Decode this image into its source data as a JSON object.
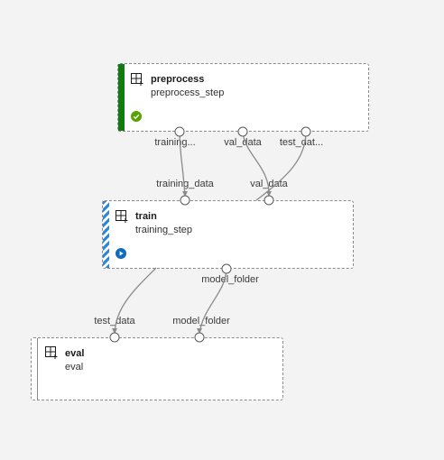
{
  "nodes": {
    "preprocess": {
      "title": "preprocess",
      "subtitle": "preprocess_step",
      "status": "completed",
      "status_color": "#57a300",
      "bar_color": "#107c10",
      "icon": "module-icon",
      "outputs": [
        "training...",
        "val_data",
        "test_dat..."
      ]
    },
    "train": {
      "title": "train",
      "subtitle": "training_step",
      "status": "running",
      "status_color": "#0f6cbd",
      "bar_color": "#2b88d8",
      "icon": "module-icon",
      "inputs": [
        "training_data",
        "val_data"
      ],
      "outputs": [
        "model_folder"
      ]
    },
    "eval": {
      "title": "eval",
      "subtitle": "eval",
      "status": "not-started",
      "icon": "module-icon",
      "inputs": [
        "test_data",
        "model_folder"
      ]
    }
  },
  "edges": [
    {
      "from": "preprocess.training...",
      "to": "train.training_data"
    },
    {
      "from": "preprocess.val_data",
      "to": "train.val_data"
    },
    {
      "from": "preprocess.test_dat...",
      "to": "eval.test_data"
    },
    {
      "from": "train.model_folder",
      "to": "eval.model_folder"
    }
  ],
  "colors": {
    "canvas": "#f3f3f3",
    "edge": "#8a8a8a",
    "port_border": "#5a5a5a"
  }
}
